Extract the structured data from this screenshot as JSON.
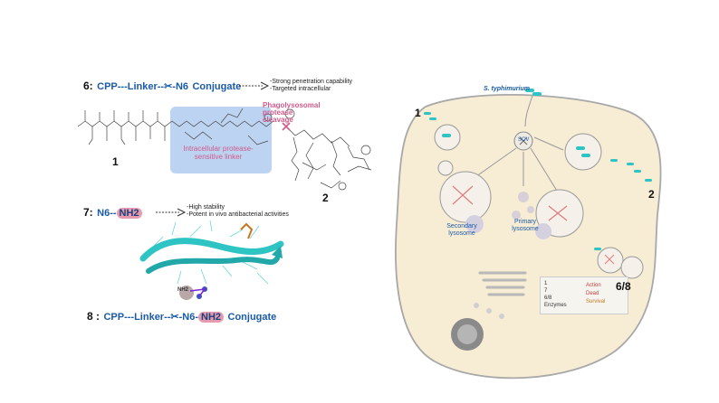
{
  "left": {
    "row6": {
      "number": "6:",
      "conjugate_parts": [
        "CPP---Linker--",
        "-N6",
        "Conjugate"
      ],
      "properties": [
        "-Strong penetration capability",
        "-Targeted intracellular"
      ]
    },
    "molecule": {
      "label_1": "1",
      "label_2": "2",
      "phago_label": "Phagolysosomal protease cleavage",
      "linker_label": "Intracellular protease-sensitive linker"
    },
    "row7": {
      "number": "7:",
      "n6": "N6",
      "nh2": "NH2",
      "properties": [
        "-High stability",
        "-Potent in vivo antibacterial activities"
      ]
    },
    "structure": {
      "nh2_tag": "NH2"
    },
    "row8": {
      "number": "8 :",
      "conjugate_parts": [
        "CPP---Linker--",
        "-N6-",
        "NH2",
        "Conjugate"
      ]
    }
  },
  "right": {
    "species": "S. typhimurium",
    "scv": "SCV",
    "label_1": "1",
    "label_2": "2",
    "label_68": "6/8",
    "secondary": "Secondary lysosome",
    "primary": "Primary lysosome",
    "legend": {
      "items": [
        "1",
        "7",
        "6/8",
        "Enzymes"
      ],
      "keys": [
        "Action",
        "Dead",
        "Survival"
      ]
    }
  },
  "colors": {
    "cell": "#f7ecd4",
    "cell_edge": "#a8a8a8",
    "peptide": "#2fc4c4",
    "linker_box": "#bcd3f2",
    "pink": "#d05a8a"
  }
}
